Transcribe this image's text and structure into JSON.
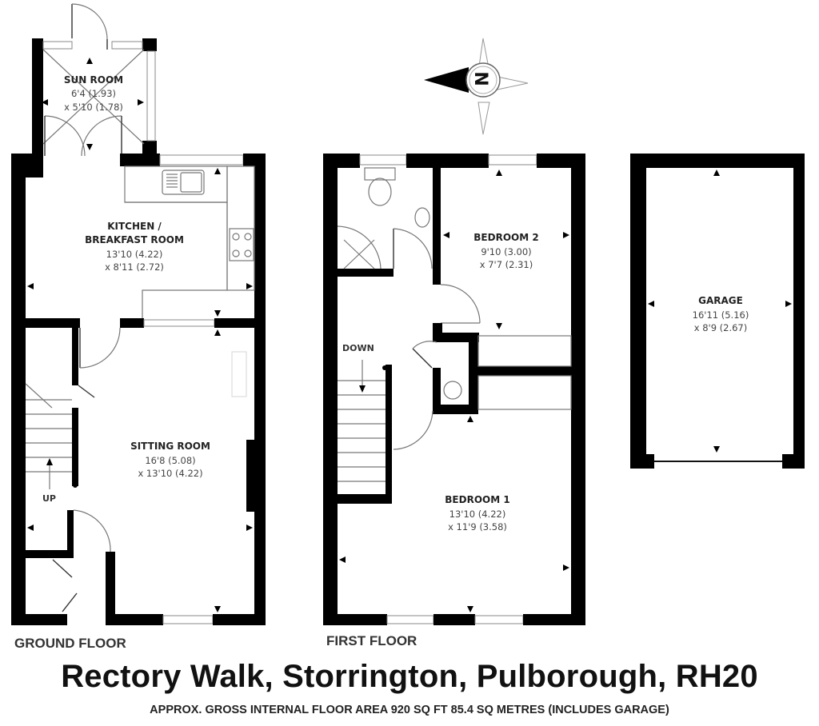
{
  "property": {
    "address": "Rectory Walk, Storrington, Pulborough, RH20",
    "floor_area": "APPROX. GROSS INTERNAL FLOOR AREA 920 SQ FT 85.4 SQ METRES (INCLUDES GARAGE)"
  },
  "compass": {
    "icon": "north-compass-icon",
    "label": "N"
  },
  "floors": {
    "ground": {
      "label": "GROUND FLOOR",
      "stair_label": "UP",
      "rooms": [
        {
          "name": "SUN ROOM",
          "dim1": "6'4 (1.93)",
          "dim2": "x 5'10 (1.78)"
        },
        {
          "name": "KITCHEN /",
          "name2": "BREAKFAST ROOM",
          "dim1": "13'10 (4.22)",
          "dim2": "x 8'11 (2.72)"
        },
        {
          "name": "SITTING ROOM",
          "dim1": "16'8 (5.08)",
          "dim2": "x 13'10 (4.22)"
        }
      ]
    },
    "first": {
      "label": "FIRST FLOOR",
      "stair_label": "DOWN",
      "rooms": [
        {
          "name": "BEDROOM 2",
          "dim1": "9'10 (3.00)",
          "dim2": "x 7'7 (2.31)"
        },
        {
          "name": "BEDROOM 1",
          "dim1": "13'10 (4.22)",
          "dim2": "x 11'9 (3.58)"
        }
      ]
    },
    "garage": {
      "rooms": [
        {
          "name": "GARAGE",
          "dim1": "16'11 (5.16)",
          "dim2": "x 8'9 (2.67)"
        }
      ]
    }
  }
}
